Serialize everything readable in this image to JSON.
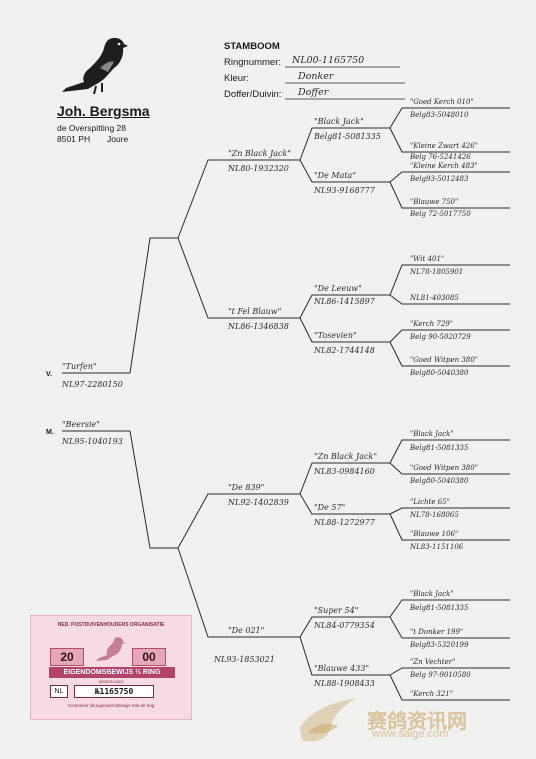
{
  "owner": {
    "name": "Joh. Bergsma",
    "street": "de Overspitting 28",
    "postcode": "8501 PH",
    "city": "Joure"
  },
  "form": {
    "title": "STAMBOOM",
    "ring_label": "Ringnummer:",
    "ring_value": "NL00-1165750",
    "color_label": "Kleur:",
    "color_value": "Donker",
    "sex_label": "Doffer/Duivin:",
    "sex_value": "Doffer"
  },
  "subject": {
    "v_marker": "V.",
    "m_marker": "M.",
    "sire_name": "\"Turfen\"",
    "sire_ring": "NL97-2280150",
    "dam_name": "\"Beersie\"",
    "dam_ring": "NL95-1040193"
  },
  "gen2": {
    "s": {
      "name": "\"Zn Black Jack\"",
      "ring": "NL80-1932320"
    },
    "d": {
      "name": "\"t Fel Blauw\"",
      "ring": "NL86-1346838"
    },
    "s2": {
      "name": "\"De 839\"",
      "ring": "NL92-1402839"
    },
    "d2": {
      "name": "\"De 021\"",
      "ring": "NL93-1853021"
    }
  },
  "gen3": {
    "a": {
      "name": "\"Black Jack\"",
      "ring": "Belg81-5081335"
    },
    "b": {
      "name": "\"De Mata\"",
      "ring": "NL93-9168777"
    },
    "c": {
      "name": "\"De Leeuw\"",
      "ring": "NL86-1415897"
    },
    "d": {
      "name": "\"Tosevien\"",
      "ring": "NL82-1744148"
    },
    "e": {
      "name": "\"Zn Black Jack\"",
      "ring": "NL83-0984160"
    },
    "f": {
      "name": "\"De 57\"",
      "ring": "NL88-1272977"
    },
    "g": {
      "name": "\"Super 54\"",
      "ring": "NL84-0779354"
    },
    "h": {
      "name": "\"Blauwe 433\"",
      "ring": "NL88-1908433"
    }
  },
  "gen4": [
    {
      "name": "\"Goed Kerch 010\"",
      "ring": "Belg83-5048010"
    },
    {
      "name": "\"Kleine Zwart 426\"",
      "ring": "Belg 76-5241426"
    },
    {
      "name": "\"Kleine Kerch 483\"",
      "ring": "Belg93-5012483"
    },
    {
      "name": "\"Blauwe 750\"",
      "ring": "Belg 72-5017750"
    },
    {
      "name": "\"Wit 401\"",
      "ring": "NL78-1805901"
    },
    {
      "name": "",
      "ring": "NL81-403085"
    },
    {
      "name": "\"Kerch 729\"",
      "ring": "Belg 90-5020729"
    },
    {
      "name": "\"Goed Witpen 380\"",
      "ring": "Belg80-5040380"
    },
    {
      "name": "\"Black Jack\"",
      "ring": "Belg81-5081335"
    },
    {
      "name": "\"Goed Witpen 380\"",
      "ring": "Belg80-5040380"
    },
    {
      "name": "\"Lichte 65\"",
      "ring": "NL78-168065"
    },
    {
      "name": "\"Blauwe 106\"",
      "ring": "NL83-1151106"
    },
    {
      "name": "\"Black Jack\"",
      "ring": "Belg81-5081335"
    },
    {
      "name": "\"t Donker 199\"",
      "ring": "Belg83-5320199"
    },
    {
      "name": "\"Zn Vechter\"",
      "ring": "Belg 97-9010580"
    },
    {
      "name": "\"Kerch 321\"",
      "ring": ""
    }
  ],
  "certificate": {
    "org": "NED. POSTDUIVENHOUDERS ORGANISATIE",
    "year_left": "20",
    "year_right": "00",
    "band": "EIGENDOMSBEWIJS ½ RING",
    "sub": "NEDERLAND",
    "country": "NL",
    "ring": "№1165750",
    "footer": "Controleer dit eigendomsbewijs met de ring"
  },
  "watermark": {
    "text": "赛鸽资讯网",
    "url": "www.saige.com"
  }
}
